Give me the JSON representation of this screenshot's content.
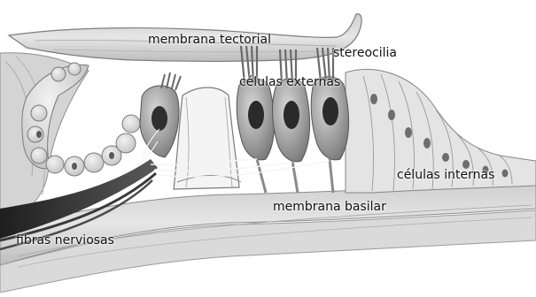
{
  "labels": {
    "tectorial_membrane": "membrana tectorial",
    "stereocilia": "stereocilia",
    "outer_cells": "células externas",
    "inner_cells": "células internas",
    "basilar_membrane": "membrana basilar",
    "nerve_fibers": "fibras nerviosas"
  },
  "colors": {
    "background": "#ffffff",
    "tissue_light": "#e2e2e2",
    "tissue_mid": "#bdbdbd",
    "tissue_dark": "#6a6a6a",
    "nucleus": "#3a3a3a",
    "fiber_dark": "#2b2b2b",
    "label_text": "#111111"
  }
}
